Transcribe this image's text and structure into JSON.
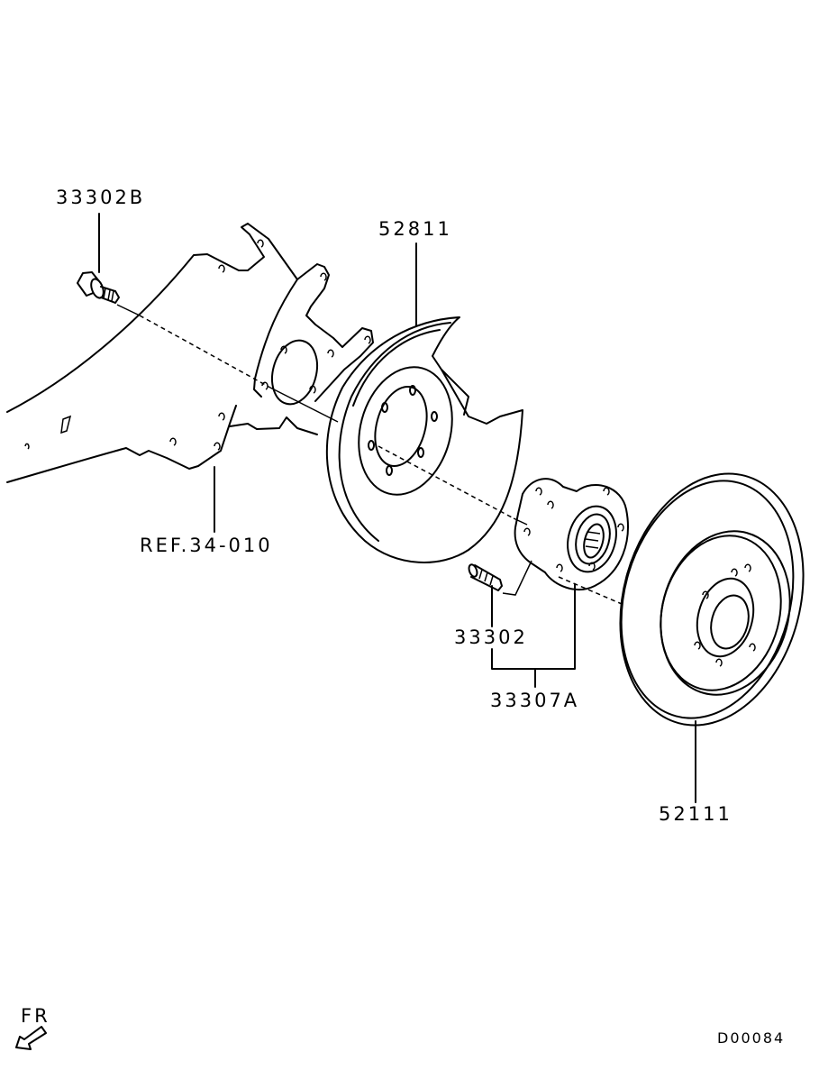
{
  "diagram": {
    "parts": [
      {
        "id": "bolt-upper",
        "label": "33302B"
      },
      {
        "id": "dust-shield",
        "label": "52811"
      },
      {
        "id": "ref-knuckle",
        "label": "REF.34-010"
      },
      {
        "id": "hub-bolt",
        "label": "33302"
      },
      {
        "id": "hub-assembly",
        "label": "33307A"
      },
      {
        "id": "brake-disc",
        "label": "52111"
      }
    ],
    "orientation": {
      "label": "FR",
      "icon": "front-arrow-icon"
    },
    "drawing_code": "D00084"
  }
}
